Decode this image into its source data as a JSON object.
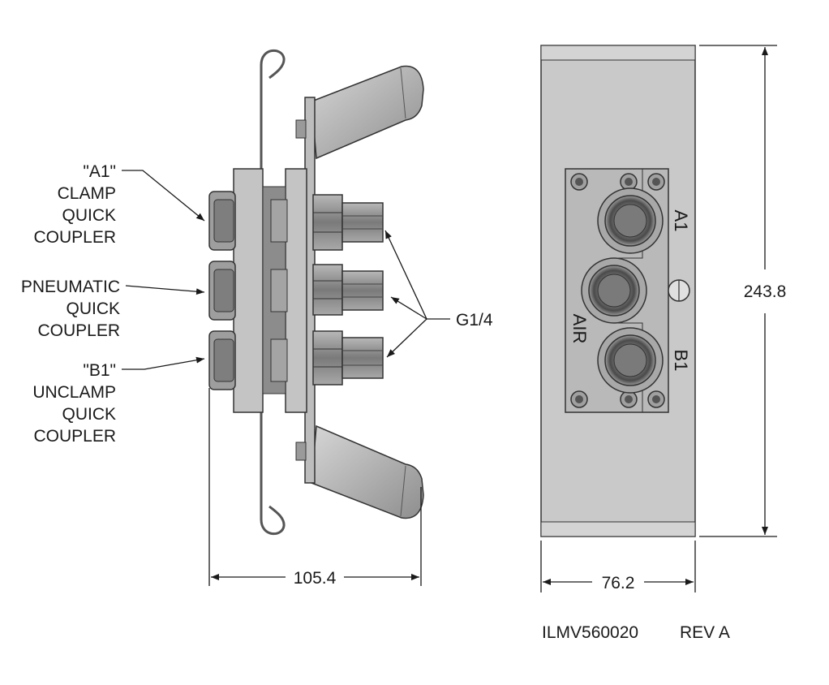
{
  "callouts": {
    "a1": [
      "\"A1\"",
      "CLAMP",
      "QUICK",
      "COUPLER"
    ],
    "pneumatic": [
      "PNEUMATIC",
      "QUICK",
      "COUPLER"
    ],
    "b1": [
      "\"B1\"",
      "UNCLAMP",
      "QUICK",
      "COUPLER"
    ],
    "thread": "G1/4"
  },
  "dimensions": {
    "depth": "105.4",
    "width": "76.2",
    "height": "243.8"
  },
  "port_labels": {
    "a1": "A1",
    "air": "AIR",
    "b1": "B1"
  },
  "footer": {
    "part_number": "ILMV560020",
    "revision": "REV A"
  },
  "colors": {
    "metal_light": "#c9c9c9",
    "metal_mid": "#9a9a9a",
    "metal_dark": "#5e5e5e",
    "line": "#1a1a1a"
  }
}
